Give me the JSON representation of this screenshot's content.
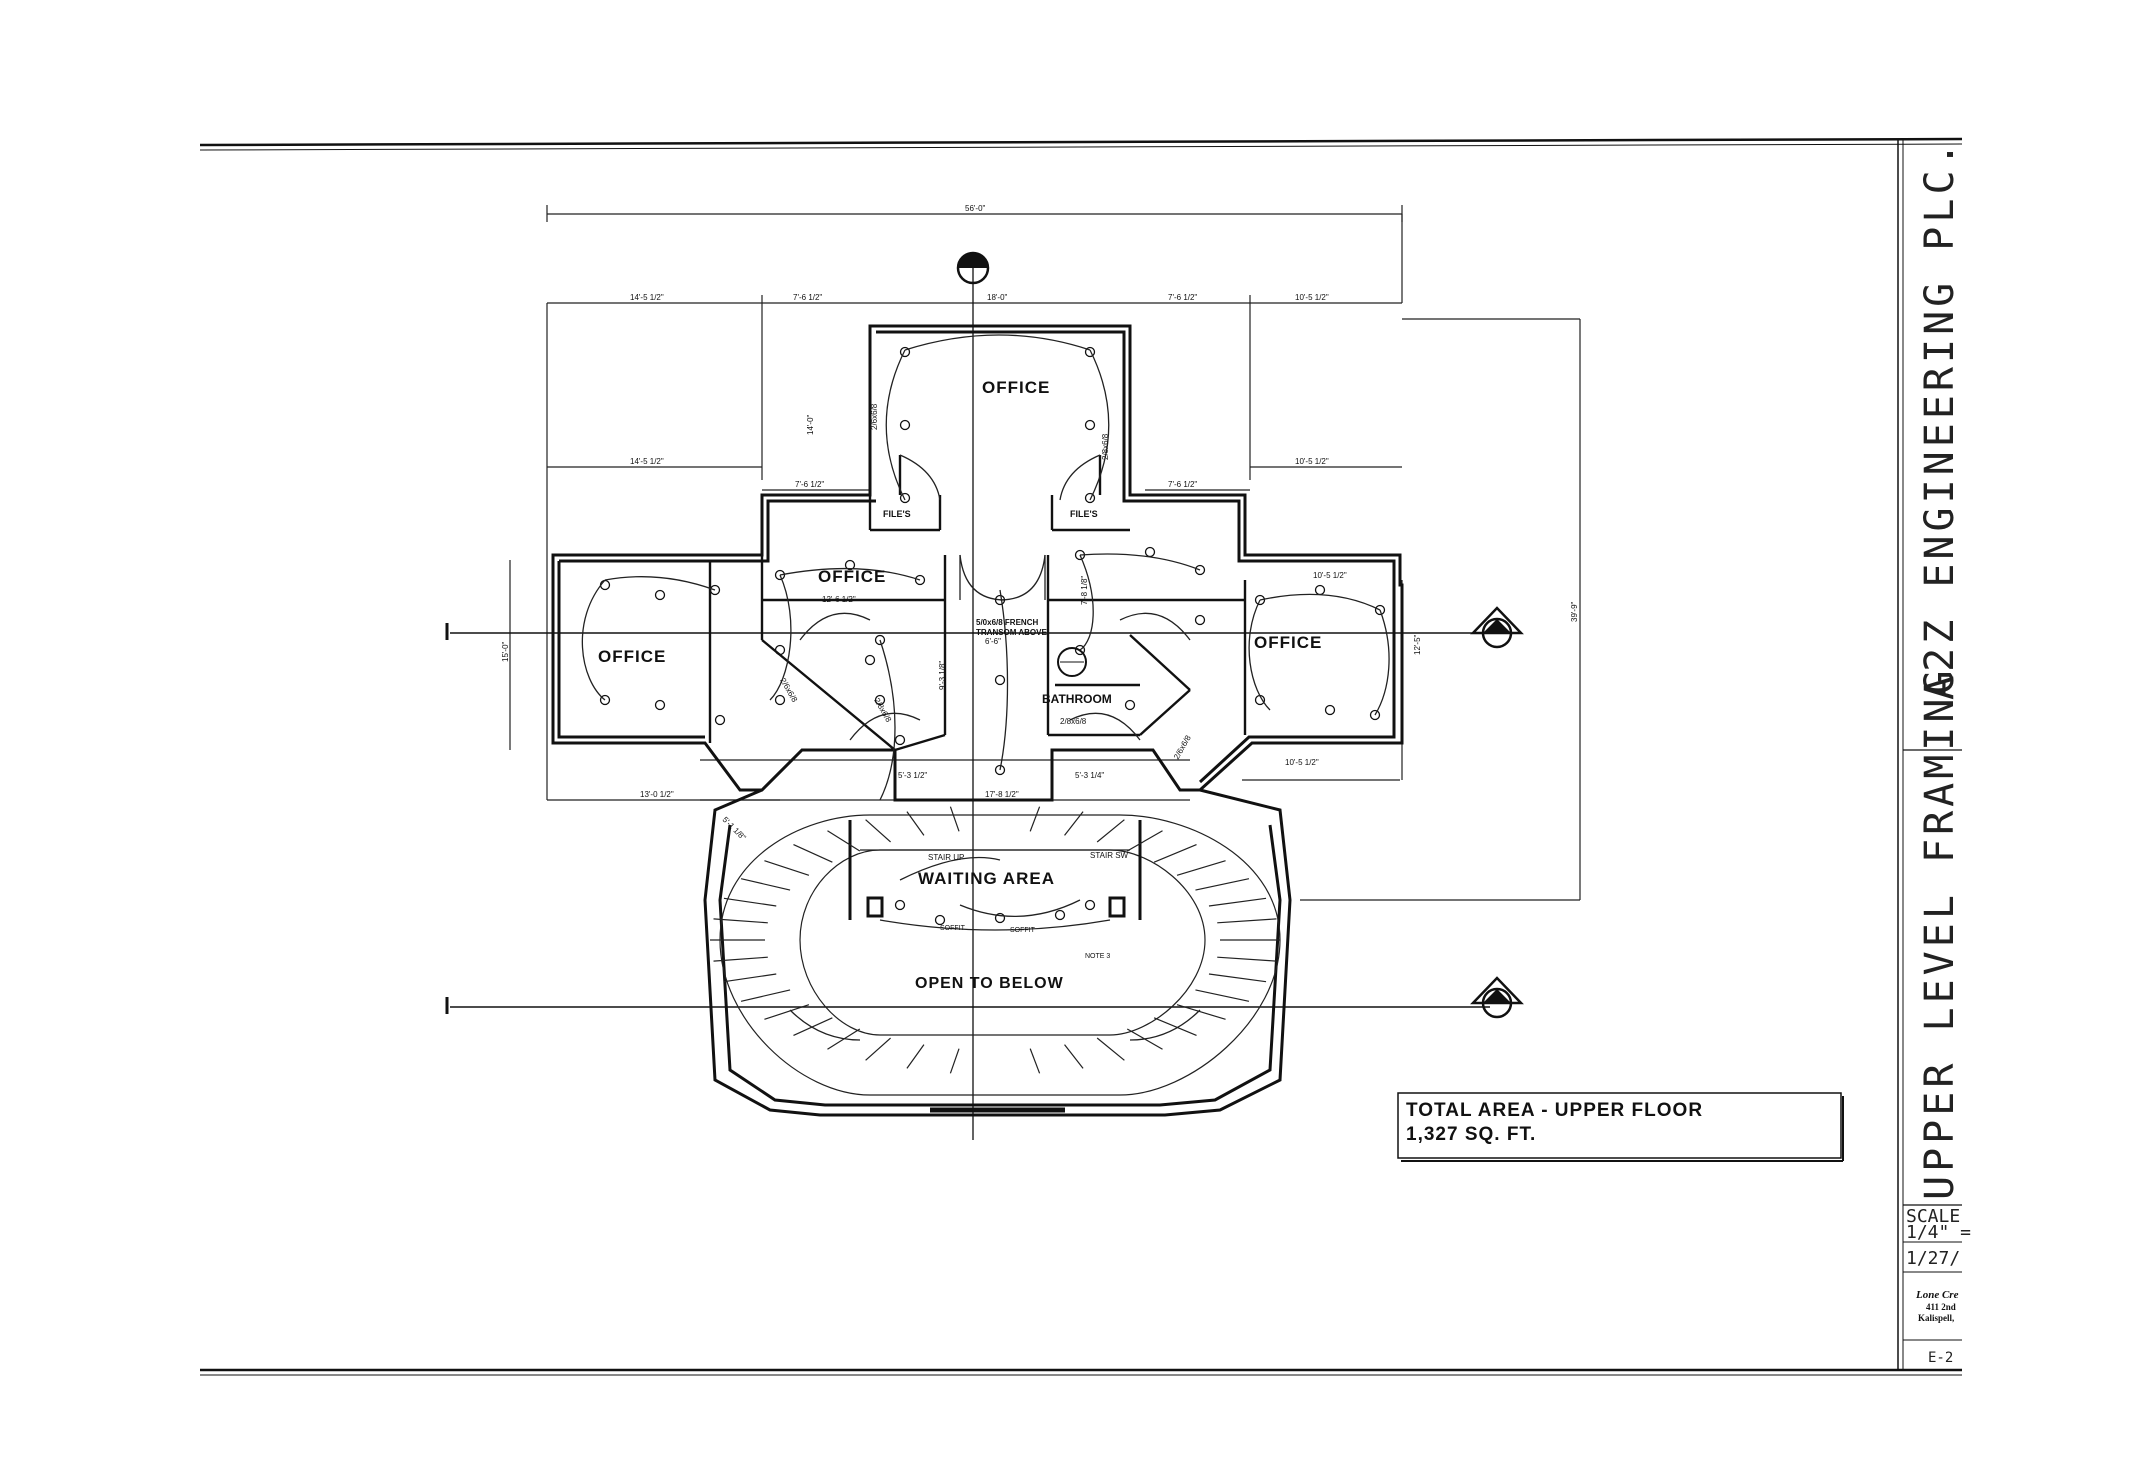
{
  "rooms": {
    "office_north": "OFFICE",
    "office_west_center": "OFFICE",
    "office_far_west": "OFFICE",
    "office_east": "OFFICE",
    "files_left": "FILE'S",
    "files_right": "FILE'S",
    "bathroom": "BATHROOM",
    "waiting_area": "WAITING AREA",
    "open_to_below": "OPEN TO BELOW"
  },
  "notes": {
    "french_door": "5/0x6/8 FRENCH",
    "transom": "TRANSOM ABOVE",
    "stair_up": "STAIR UP",
    "stair_sw": "STAIR SW",
    "door_26": "2/6x6/8",
    "door_28": "2/8x6/8",
    "soffit": "SOFFIT",
    "note_3": "NOTE 3"
  },
  "dimensions": {
    "overall_width": "56'-0\"",
    "d_14_5_a": "14'-5 1/2\"",
    "d_7_6_a": "7'-6 1/2\"",
    "d_18_0": "18'-0\"",
    "d_7_6_b": "7'-6 1/2\"",
    "d_10_5_a": "10'-5 1/2\"",
    "d_14_5_b": "14'-5 1/2\"",
    "d_10_5_b": "10'-5 1/2\"",
    "d_7_6_c": "7'-6 1/2\"",
    "d_7_6_d": "7'-6 1/2\"",
    "d_14_0": "14'-0\"",
    "d_12_6": "12'-6 1/2\"",
    "d_6_6": "6'-6\"",
    "d_10_5_c": "10'-5 1/2\"",
    "d_15_0": "15'-0\"",
    "d_12_5": "12'-5\"",
    "d_13_0": "13'-0 1/2\"",
    "d_5_3_a": "5'-3 1/2\"",
    "d_17_8": "17'-8 1/2\"",
    "d_5_3_b": "5'-3 1/4\"",
    "d_10_5_d": "10'-5 1/2\"",
    "d_5_1": "5'-1 1/8\"",
    "d_39_9": "39'-9\"",
    "d_9_3": "9'-3 1/8\"",
    "d_7_8": "7'-8 1/8\""
  },
  "total_area": {
    "line1": "TOTAL AREA -  UPPER FLOOR",
    "line2": "1,327 SQ. FT."
  },
  "title_block": {
    "company": "A2Z ENGINEERING PLC.",
    "sheet_title": "UPPER LEVEL FRAMING",
    "scale_label": "SCALE",
    "scale_value": "1/4\" =",
    "date": "1/27/",
    "firm_name": "Lone Cre",
    "firm_address": "411 2nd",
    "firm_city": "Kalispell,",
    "sheet_number": "E-2"
  }
}
